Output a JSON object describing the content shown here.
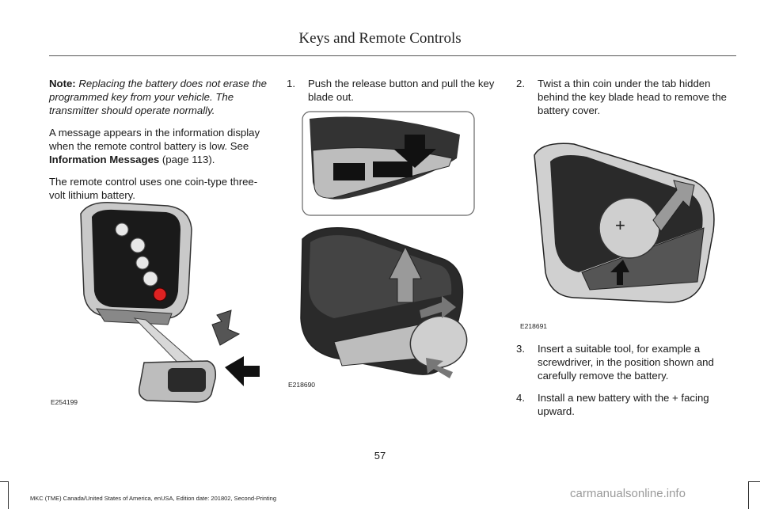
{
  "header": {
    "title": "Keys and Remote Controls"
  },
  "col1": {
    "note_label": "Note:",
    "note_text": "Replacing the battery does not erase the programmed key from your vehicle. The transmitter should operate normally.",
    "para1_before": "A message appears in the information display when the remote control battery is low. See ",
    "para1_link": "Information Messages",
    "para1_after": " (page 113).",
    "para2": "The remote control uses one coin-type three-volt lithium battery."
  },
  "col2": {
    "step1_num": "1.",
    "step1_text": "Push the release button and pull the key blade out."
  },
  "col3": {
    "step2_num": "2.",
    "step2_text": "Twist a thin coin under the tab hidden behind the key blade head to remove the battery cover.",
    "step3_num": "3.",
    "step3_text": "Insert a suitable tool, for example a screwdriver, in the position shown and carefully remove the battery.",
    "step4_num": "4.",
    "step4_text": "Install a new battery with the + facing upward."
  },
  "figures": {
    "fig1_code": "E254199",
    "fig2_code": "E218690",
    "fig3_code": "E218691"
  },
  "footer": {
    "page_number": "57",
    "edition": "MKC (TME) Canada/United States of America, enUSA, Edition date: 201802, Second-Printing",
    "watermark": "carmanualsonline.info"
  }
}
